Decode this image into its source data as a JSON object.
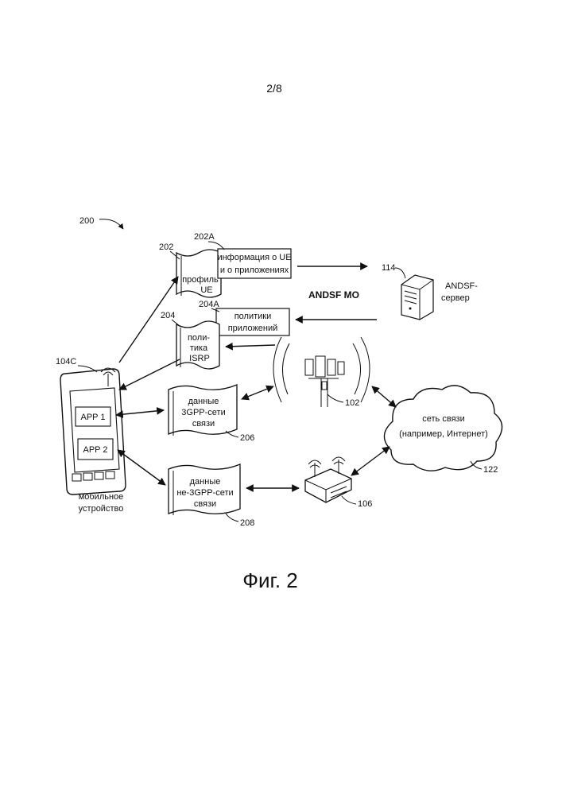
{
  "page_number": "2/8",
  "figure_caption": "Фиг. 2",
  "refs": {
    "r200": "200",
    "r202": "202",
    "r202a": "202A",
    "r204": "204",
    "r204a": "204A",
    "r104c": "104C",
    "r114": "114",
    "r102": "102",
    "r206": "206",
    "r208": "208",
    "r122": "122",
    "r106": "106"
  },
  "labels": {
    "ue_info_1": "информация о UE",
    "ue_info_2": "и о приложениях",
    "profile_1": "профиль",
    "profile_2": "UE",
    "andsf_mo": "ANDSF MO",
    "server_1": "ANDSF-",
    "server_2": "сервер",
    "app_policy_1": "политики",
    "app_policy_2": "приложений",
    "isrp_1": "поли-",
    "isrp_2": "тика",
    "isrp_3": "ISRP",
    "data3gpp_1": "данные",
    "data3gpp_2": "3GPP-сети",
    "data3gpp_3": "связи",
    "datanon_1": "данные",
    "datanon_2": "не-3GPP-сети",
    "datanon_3": "связи",
    "network_1": "сеть связи",
    "network_2": "(например, Интернет)",
    "app1": "APP 1",
    "app2": "APP 2",
    "mobile_1": "мобильное",
    "mobile_2": "устройство"
  },
  "icons": [
    "cell-tower-icon",
    "server-icon",
    "wifi-router-icon",
    "cloud-icon",
    "mobile-phone-icon"
  ]
}
